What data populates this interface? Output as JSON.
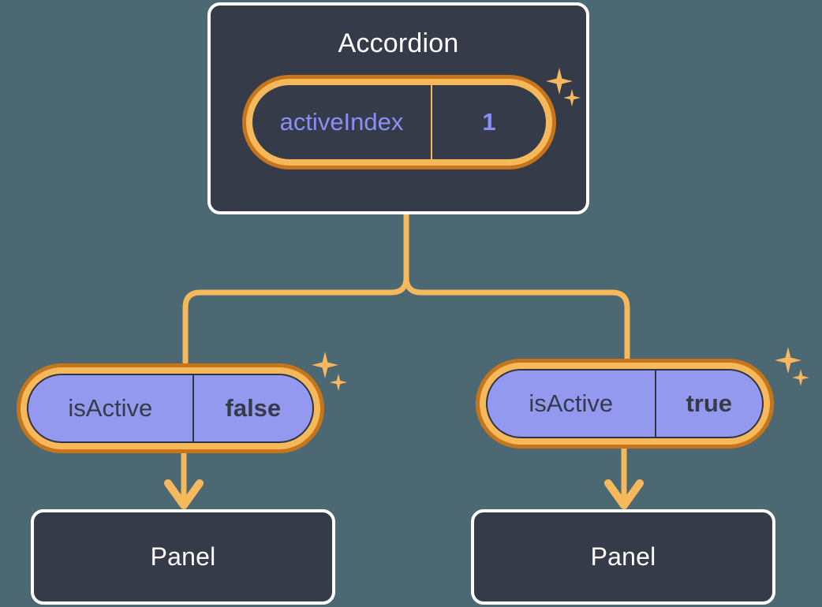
{
  "diagram": {
    "background_color": "#4c6873",
    "accent_color": "#f5b95c",
    "ring_outer_color": "#c6751a",
    "card_color": "#363b4a",
    "state_value_color": "#8b8ef5",
    "leaf_pill_color": "#9499f0"
  },
  "root": {
    "title": "Accordion",
    "state": {
      "key": "activeIndex",
      "value": "1"
    },
    "sparkle_large": "sparkle-icon",
    "sparkle_small": "sparkle-icon"
  },
  "branches": [
    {
      "prop": {
        "key": "isActive",
        "value": "false"
      },
      "child_title": "Panel",
      "sparkle_large": "sparkle-icon",
      "sparkle_small": "sparkle-icon"
    },
    {
      "prop": {
        "key": "isActive",
        "value": "true"
      },
      "child_title": "Panel",
      "sparkle_large": "sparkle-icon",
      "sparkle_small": "sparkle-icon"
    }
  ]
}
